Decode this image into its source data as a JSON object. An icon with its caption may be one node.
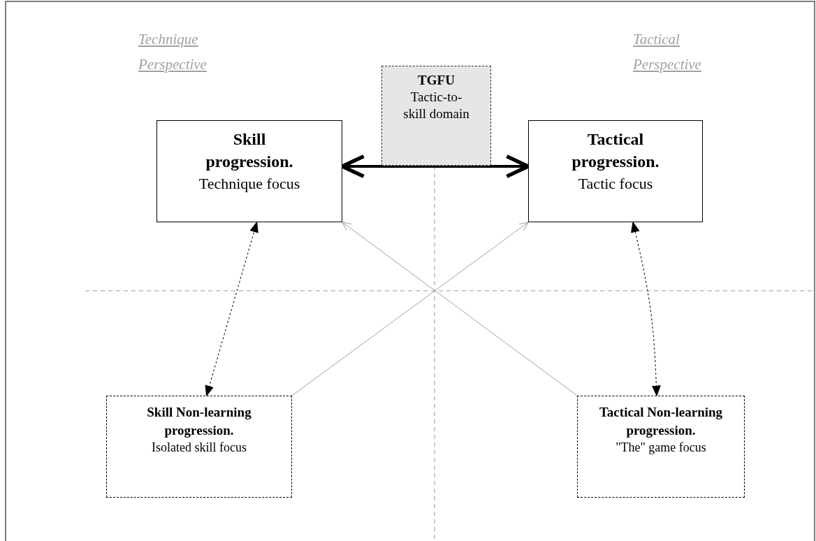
{
  "diagram": {
    "nodes": [
      {
        "text": [
          "Skill progression.",
          "Technique focus"
        ]
      },
      {
        "text": [
          "TGFU",
          "Tactic-to-skill domain"
        ]
      },
      {
        "text": [
          "Tactical progression.",
          "Tactic focus"
        ]
      },
      {
        "text": [
          "Skill Non-learning progression.",
          "Isolated skill focus"
        ]
      },
      {
        "text": [
          "Tactical Non-learning progression.",
          "\"The\" game focus"
        ]
      }
    ],
    "edges": [
      {
        "from": 0,
        "to": 2,
        "arrow": "both",
        "style": "thick"
      },
      {
        "from": 3,
        "to": 0,
        "arrow": "both",
        "style": "dashed"
      },
      {
        "from": 4,
        "to": 2,
        "arrow": "both",
        "style": "dashed"
      },
      {
        "from": 3,
        "to": 2,
        "arrow": "to",
        "color": "#a0a0a0"
      },
      {
        "from": 4,
        "to": 0,
        "arrow": "to",
        "color": "#a0a0a0"
      }
    ],
    "labels": [
      "Technique Perspective",
      "Tactical Perspective"
    ]
  }
}
